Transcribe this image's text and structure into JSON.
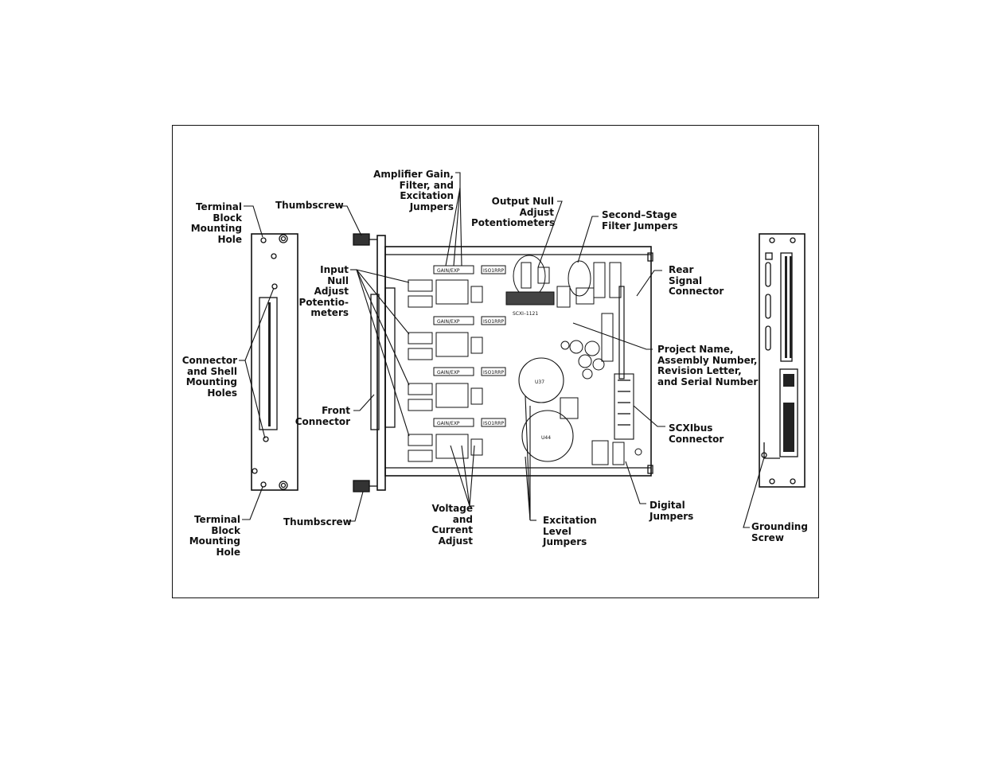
{
  "labels": {
    "terminal_block_top": "Terminal\nBlock\nMounting\nHole",
    "thumbscrew_top": "Thumbscrew",
    "amplifier_gain": "Amplifier Gain,\nFilter, and\nExcitation\nJumpers",
    "output_null": "Output Null\nAdjust\nPotentiometers",
    "second_stage": "Second–Stage\nFilter Jumpers",
    "rear_signal": "Rear\nSignal\nConnector",
    "input_null": "Input\nNull\nAdjust\nPotentio-\nmeters",
    "connector_shell": "Connector\nand Shell\nMounting\nHoles",
    "front_connector": "Front\nConnector",
    "project_name": "Project Name,\nAssembly Number,\nRevision Letter,\nand Serial Number",
    "scxibus": "SCXIbus\nConnector",
    "terminal_block_bottom": "Terminal\nBlock\nMounting\nHole",
    "thumbscrew_bottom": "Thumbscrew",
    "voltage_current": "Voltage\nand\nCurrent\nAdjust",
    "excitation_level": "Excitation\nLevel\nJumpers",
    "digital_jumpers": "Digital\nJumpers",
    "grounding_screw": "Grounding\nScrew"
  },
  "board_marks": {
    "gain_label": "GAIN/EXP",
    "iso_label": "ISO1RRP",
    "model": "SCXI–1121",
    "chip_a": "U37",
    "chip_b": "U44"
  }
}
